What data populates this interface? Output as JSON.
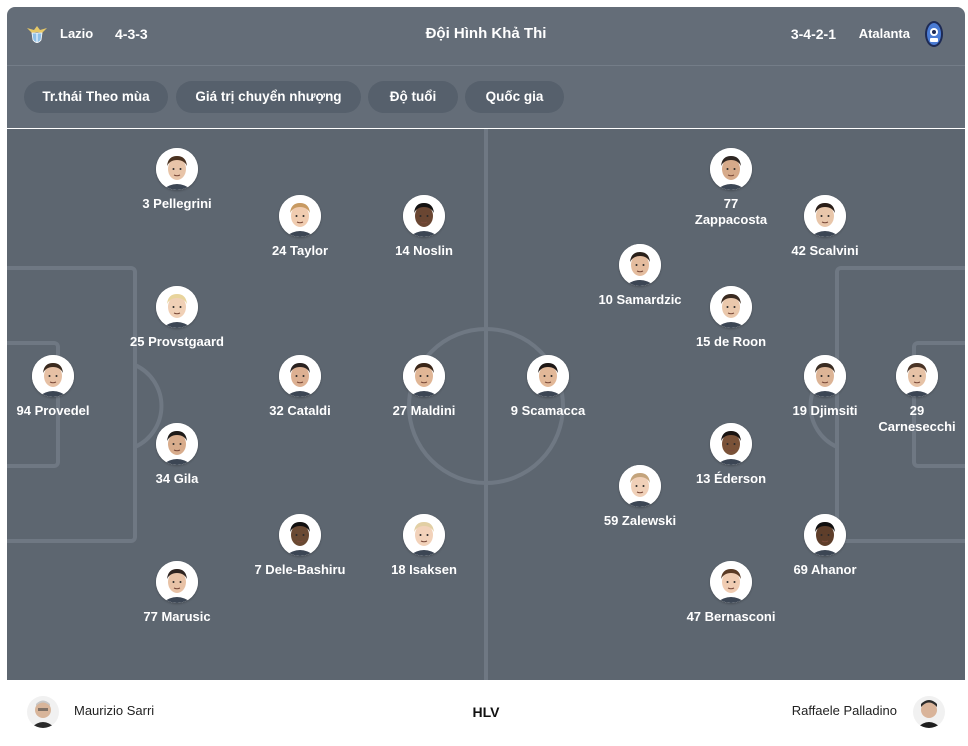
{
  "header": {
    "home_team": "Lazio",
    "home_formation": "4-3-3",
    "title": "Đội Hình Khả Thi",
    "away_formation": "3-4-2-1",
    "away_team": "Atalanta"
  },
  "filters": [
    "Tr.thái Theo mùa",
    "Giá trị chuyển nhượng",
    "Độ tuổi",
    "Quốc gia"
  ],
  "home_players": [
    "94 Provedel",
    "3 Pellegrini",
    "25 Provstgaard",
    "34 Gila",
    "77 Marusic",
    "24 Taylor",
    "32 Cataldi",
    "7 Dele-Bashiru",
    "14 Noslin",
    "27 Maldini",
    "18 Isaksen"
  ],
  "away_players": [
    "29 Carnesecchi",
    "42 Scalvini",
    "19 Djimsiti",
    "69 Ahanor",
    "77 Zappacosta",
    "15 de Roon",
    "13 Éderson",
    "47 Bernasconi",
    "10 Samardzic",
    "59 Zalewski",
    "9 Scamacca"
  ],
  "footer": {
    "home_coach": "Maurizio Sarri",
    "label": "HLV",
    "away_coach": "Raffaele Palladino"
  },
  "colors": {
    "header_bg": "#646d78",
    "pitch_bg": "#5d6670",
    "chip_bg": "#56606c",
    "text_light": "#ffffff"
  }
}
